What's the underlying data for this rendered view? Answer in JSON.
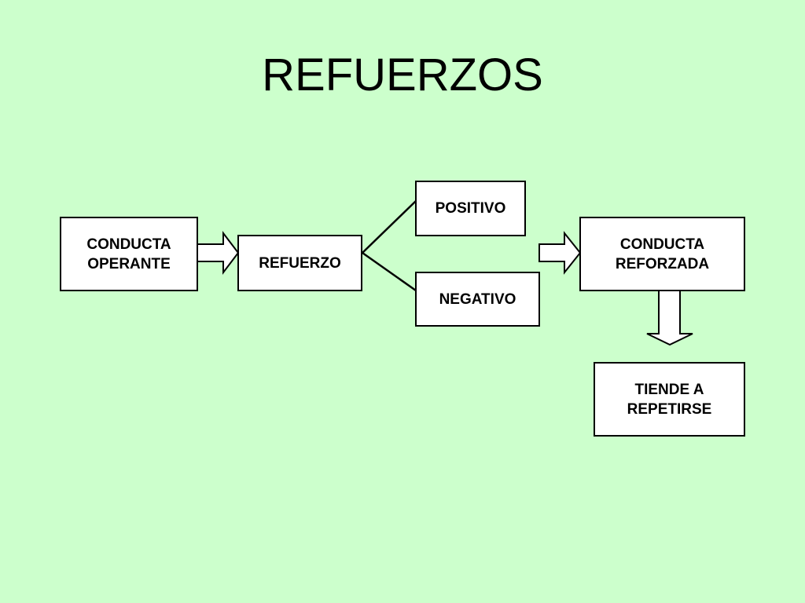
{
  "title": "REFUERZOS",
  "nodes": {
    "operant": "CONDUCTA\nOPERANTE",
    "reinforcement": "REFUERZO",
    "positive": "POSITIVO",
    "negative": "NEGATIVO",
    "reinforced": "CONDUCTA\nREFORZADA",
    "repeat": "TIENDE A\nREPETIRSE"
  },
  "colors": {
    "background": "#ccffcc",
    "box": "#ffffff",
    "stroke": "#000000"
  }
}
